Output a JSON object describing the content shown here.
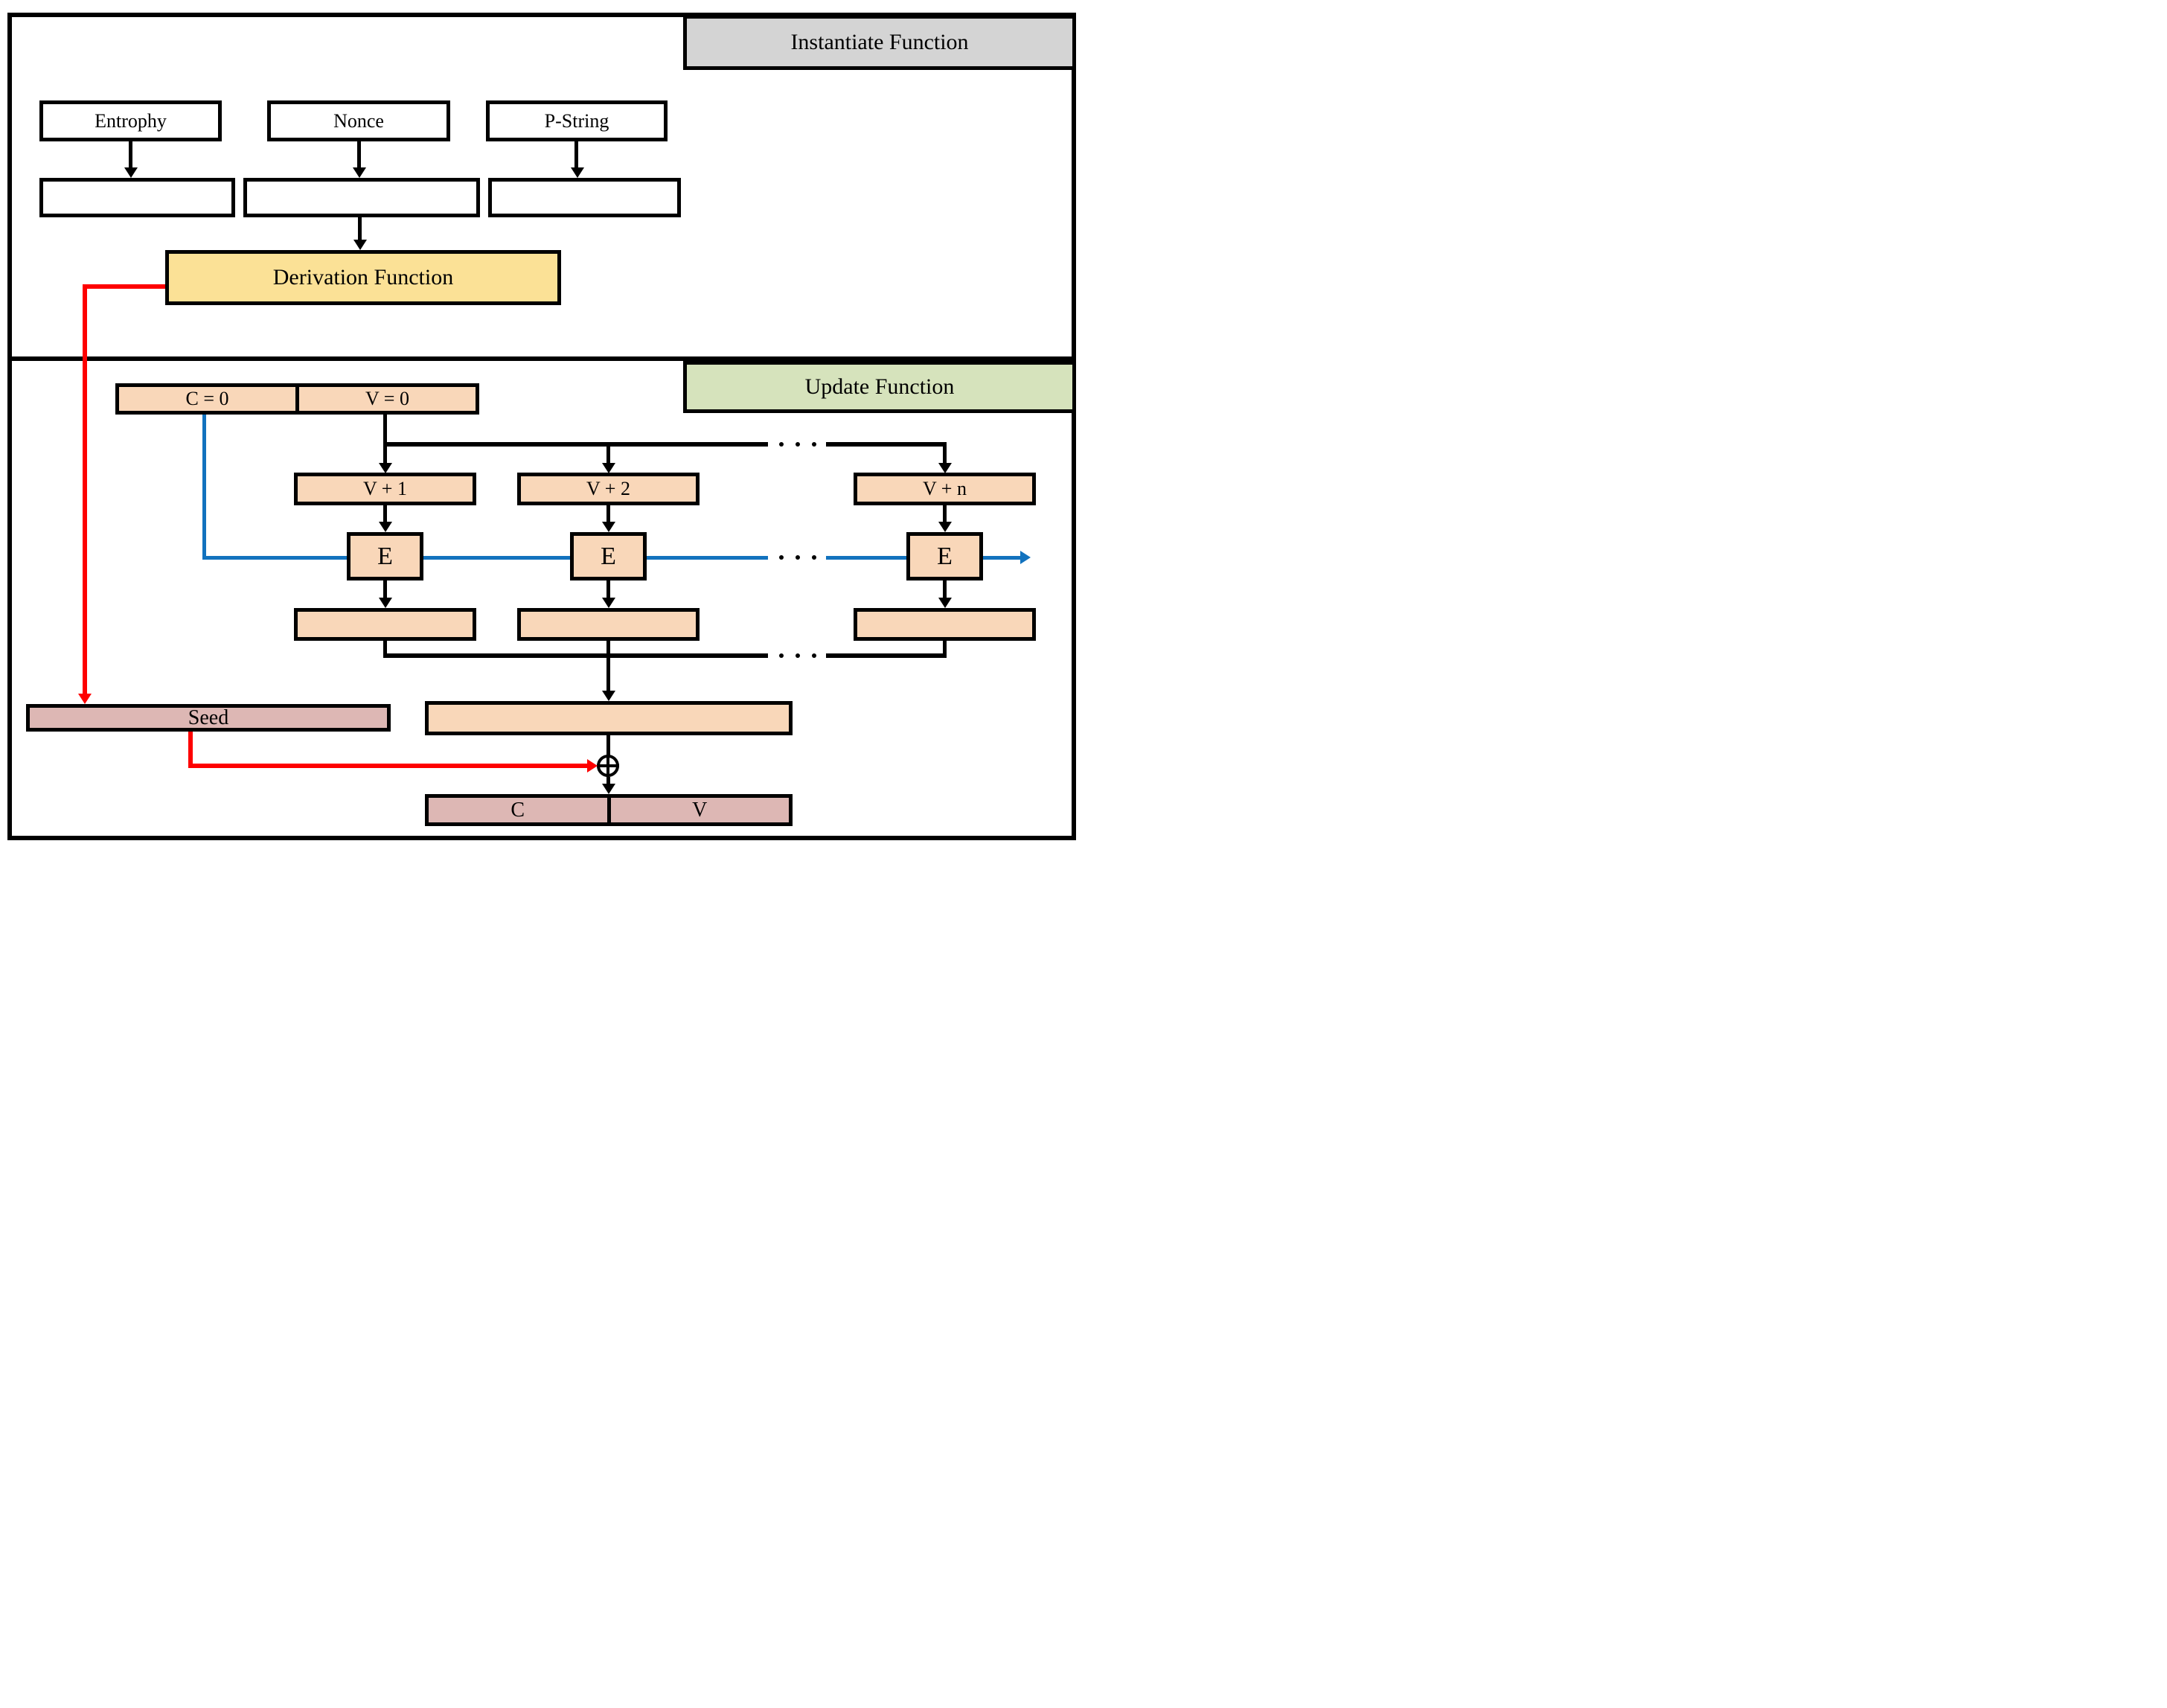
{
  "colors": {
    "header_gray": "#d4d4d4",
    "header_green": "#d6e3bc",
    "derivation_yellow": "#fbe196",
    "block_peach": "#f9d7b9",
    "state_rose": "#ddb7b4",
    "line_blue": "#1272be",
    "line_red": "#fe0000",
    "line_black": "#000000"
  },
  "instantiate": {
    "header": "Instantiate Function",
    "inputs": [
      {
        "label": "Entrophy"
      },
      {
        "label": "Nonce"
      },
      {
        "label": "P-String"
      }
    ],
    "derivation_label": "Derivation Function"
  },
  "update": {
    "header": "Update Function",
    "init": {
      "c": "C = 0",
      "v": "V = 0"
    },
    "v_labels": [
      "V + 1",
      "V + 2",
      "V + n"
    ],
    "e_label": "E",
    "seed_label": "Seed",
    "out": {
      "c": "C",
      "v": "V"
    },
    "ellipsis": "· · ·"
  }
}
